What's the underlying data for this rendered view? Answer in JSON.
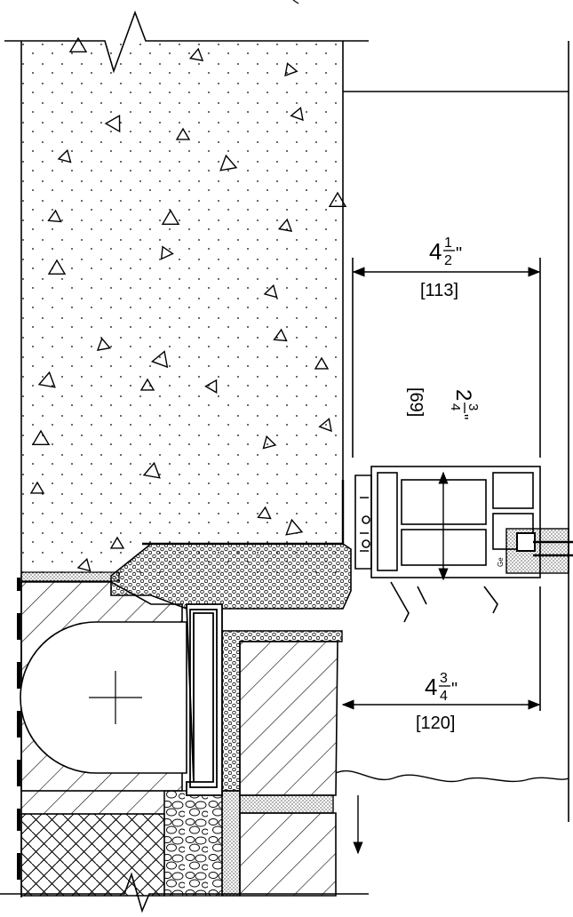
{
  "drawing": {
    "line_color": "#000000",
    "background": "#ffffff",
    "dimensions": {
      "head_width": {
        "whole": "4",
        "num": "1",
        "den": "2",
        "unit": "\"",
        "metric": "[113]"
      },
      "frame_depth": {
        "whole": "2",
        "num": "3",
        "den": "4",
        "unit": "\"",
        "metric": "[69]"
      },
      "sill_width": {
        "whole": "4",
        "num": "3",
        "den": "4",
        "unit": "\"",
        "metric": "[120]"
      }
    },
    "gasket_tag": "Ge"
  }
}
